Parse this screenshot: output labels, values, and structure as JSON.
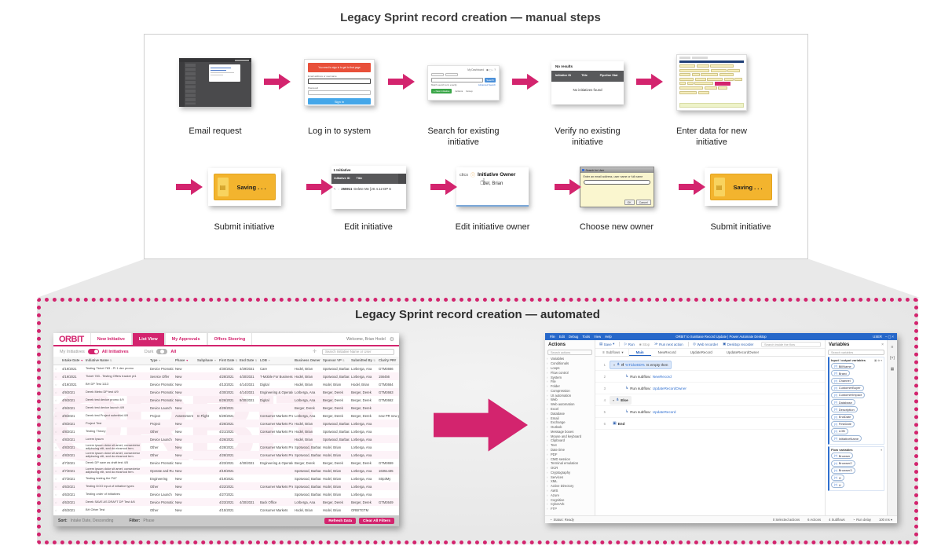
{
  "colors": {
    "accent_pink": "#d3246e",
    "pad_blue": "#2667c9",
    "saving_yellow": "#f3b42e",
    "alert_orange": "#e8503a",
    "signin_blue": "#45a7e9",
    "success_green": "#3aa648"
  },
  "manual": {
    "title": "Legacy Sprint record creation — manual steps",
    "steps_row1": [
      {
        "label": "Email request"
      },
      {
        "label": "Log in to system"
      },
      {
        "label": "Search for existing initiative"
      },
      {
        "label": "Verify no existing initiative"
      },
      {
        "label": "Enter data for new initiative"
      }
    ],
    "steps_row2": [
      {
        "label": "Submit initiative"
      },
      {
        "label": "Edit initiative"
      },
      {
        "label": "Edit initiative owner"
      },
      {
        "label": "Choose new owner"
      },
      {
        "label": "Submit initiative"
      }
    ],
    "thumbs": {
      "login": {
        "banner": "You need to sign in to get to that page",
        "email_label": "Email address or username",
        "password_label": "Password",
        "signin_label": "Sign in"
      },
      "search": {
        "dashboard": "My Dashboard",
        "icons": "◉ ▢ ⌕ ?",
        "search_button": "Search",
        "match_label": "Match search term exactly",
        "advanced_link": "Advanced Search",
        "new_button": "+ New Initiative",
        "actions_label": "Actions",
        "group_label": "Group"
      },
      "verify": {
        "no_results": "No results",
        "col1": "Initiative ID",
        "col2": "Title",
        "col3": "Pipeline Stat",
        "empty_msg": "No initiatives found"
      },
      "saving": {
        "label": "Saving . . ."
      },
      "edit": {
        "count": "1 Initiative",
        "col1": "Initiative ID",
        "col2": "Title",
        "row_id": "255911",
        "row_title": "Delete Me [JS 4.12 DP  S"
      },
      "owner": {
        "context": "ctics",
        "field_label": "Initiative Owner",
        "value": "del, Brian"
      },
      "dialog": {
        "title": "Search for User",
        "prompt": "Enter an email address, user name or full name",
        "ok": "OK",
        "cancel": "Cancel"
      }
    }
  },
  "auto": {
    "title": "Legacy Sprint record creation — automated"
  },
  "orbit": {
    "logo": "ORBIT",
    "nav": [
      {
        "label": "New Initiative"
      },
      {
        "label": "List View"
      },
      {
        "label": "My Approvals"
      },
      {
        "label": "Offers Steering"
      }
    ],
    "welcome": "Welcome,  Brian Hodel",
    "toggles": {
      "left_off": "My Initiatives",
      "left_on": "All Initiatives",
      "right_off": "Dark",
      "right_on": "All"
    },
    "search_placeholder": "Search Initiative Name or User",
    "watermark": "ORBIT",
    "columns": [
      {
        "label": "Intake Date"
      },
      {
        "label": "Initiative Name"
      },
      {
        "label": "Type"
      },
      {
        "label": "Phase"
      },
      {
        "label": "Subphase"
      },
      {
        "label": "First Date"
      },
      {
        "label": "End Date"
      },
      {
        "label": "LOB"
      },
      {
        "label": "Business Owner"
      },
      {
        "label": "Sponsor VP"
      },
      {
        "label": "Submitted By"
      },
      {
        "label": "Clarity PR#"
      }
    ],
    "rows": [
      [
        "4/19/2021",
        "Testing Ticket 783 - PI 1 dev promo",
        "Device Promotion",
        "New",
        "",
        "4/30/2021",
        "4/29/2021",
        "Care",
        "Hodel, Brian",
        "Spotwood, Barbara",
        "Lorberga, Ana",
        "GTM3666"
      ],
      [
        "4/19/2021",
        "Ticket 783 - Testing Offers tracker pt1",
        "Service Offer",
        "New",
        "",
        "4/28/2021",
        "4/30/2021",
        "T-Mobile For Business",
        "Hodel, Brian",
        "Spotwood, Barbara",
        "Lorberga, Ana",
        "156456"
      ],
      [
        "4/19/2021",
        "BH DP Test 1113",
        "Device Promotion",
        "New",
        "",
        "4/13/2021",
        "4/14/2021",
        "Digital",
        "Hodel, Brian",
        "Hodel, Brian",
        "Hodel, Brian",
        "GTM3664"
      ],
      [
        "4/9/2021",
        "Derek Metro DP test 4/9",
        "Device Promotion",
        "New",
        "",
        "4/30/2021",
        "4/14/2021",
        "Engineering & Operations",
        "Lorberga, Ana",
        "Berger, Derek",
        "Berger, Derek",
        "GTM3663"
      ],
      [
        "4/9/2021",
        "Derek test device promo 4/9",
        "Device Promotion",
        "New",
        "",
        "6/26/2021",
        "9/30/2021",
        "Digital",
        "Lorberga, Ana",
        "Berger, Derek",
        "Berger, Derek",
        "GTM3662"
      ],
      [
        "4/9/2021",
        "Derek test device launch 4/9",
        "Device Launch",
        "New",
        "",
        "4/29/2021",
        "",
        "",
        "Berger, Derek",
        "Berger, Derek",
        "Berger, Derek",
        ""
      ],
      [
        "4/9/2021",
        "Derek test Project submittal 4/9",
        "Project",
        "Assessment",
        "In Flight",
        "5/29/2021",
        "",
        "Consumer Markets Prepaid",
        "Lorberga, Ana",
        "Berger, Derek",
        "Berger, Derek",
        "new PR new pj"
      ],
      [
        "4/8/2021",
        "Project Test",
        "Project",
        "New",
        "",
        "4/26/2021",
        "",
        "Consumer Markets Postpaid",
        "Hodel, Brian",
        "Spotwood, Barbara",
        "Lorberga, Ana",
        ""
      ],
      [
        "4/8/2021",
        "Testing Theory",
        "Other",
        "New",
        "",
        "4/21/2021",
        "",
        "Consumer Markets Prepaid",
        "Hodel, Brian",
        "Spotwood, Barbara",
        "Lorberga, Ana",
        ""
      ],
      [
        "4/8/2021",
        "Lorem Ipsum",
        "Device Launch",
        "New",
        "",
        "4/26/2021",
        "",
        "",
        "Hodel, Brian",
        "Spotwood, Barbara",
        "Lorberga, Ana",
        ""
      ],
      [
        "4/8/2021",
        "Lorem ipsum dolor sit amet, consectetur adipiscing elit, sed do eiusmod tem.",
        "Other",
        "New",
        "",
        "4/28/2021",
        "",
        "Consumer Markets Prepaid",
        "Spotwood, Barbara",
        "Hodel, Brian",
        "Lorberga, Ana",
        ""
      ],
      [
        "4/8/2021",
        "Lorem ipsum dolor sit amet, consectetur adipiscing elit, sed do eiusmod tem.",
        "Other",
        "New",
        "",
        "4/28/2021",
        "",
        "Consumer Markets Prepaid",
        "Spotwood, Barbara",
        "Hodel, Brian",
        "Lorberga, Ana",
        ""
      ],
      [
        "4/7/2021",
        "Derek DP save as draft test 4/5",
        "Device Promotion",
        "New",
        "",
        "4/23/2021",
        "4/30/2021",
        "Engineering & Operations",
        "Berger, Derek",
        "Berger, Derek",
        "Berger, Derek",
        "GTM3659"
      ],
      [
        "4/7/2021",
        "Lorem ipsum dolor sit amet, consectetur adipiscing elit, sed do eiusmod tem.",
        "Operate and Run",
        "New",
        "",
        "4/19/2021",
        "",
        "",
        "Spotwood, Barbara",
        "Hodel, Brian",
        "Lorberga, Ana",
        "16351435"
      ],
      [
        "4/7/2021",
        "Testing testing the P&T",
        "Engineering",
        "New",
        "",
        "4/19/2021",
        "",
        "",
        "Spotwood, Barbara",
        "Hodel, Brian",
        "Lorberga, Ana",
        "S0p3My"
      ],
      [
        "4/6/2021",
        "Testing DOO input of initiative types",
        "Other",
        "New",
        "",
        "4/22/2021",
        "",
        "Consumer Markets Prepaid",
        "Spotwood, Barbara",
        "Hodel, Brian",
        "Lorberga, Ana",
        ""
      ],
      [
        "4/6/2021",
        "Testing order of initiatives",
        "Device Launch",
        "New",
        "",
        "4/27/2021",
        "",
        "",
        "Spotwood, Barbara",
        "Hodel, Brian",
        "Lorberga, Ana",
        ""
      ],
      [
        "4/6/2021",
        "Derek SAVE AS DRAFT DP Test 4/6",
        "Device Promotion",
        "New",
        "",
        "4/23/2021",
        "4/30/2021",
        "Back Office",
        "Lorberga, Ana",
        "Berger, Derek",
        "Berger, Derek",
        "GTM3649"
      ],
      [
        "4/6/2021",
        "BH Other Test",
        "Other",
        "New",
        "",
        "4/15/2021",
        "",
        "Consumer Markets",
        "Hodel, Brian",
        "Hodel, Brian",
        "ORBITGTM",
        ""
      ]
    ],
    "footer": {
      "sort_label": "Sort:",
      "sort_value": "Intake Date, Descending",
      "filter_label": "Filter:",
      "filter_value": "Phase",
      "refresh_button": "Refresh Data",
      "clear_button": "Clear All Filters"
    }
  },
  "pad": {
    "window_title": "ORBIT to SunBase Record Update | Power Automate Desktop",
    "menus": [
      "File",
      "Edit",
      "Debug",
      "Tools",
      "View",
      "Help"
    ],
    "user_label": "USER",
    "window_buttons": "–  ▢  ×",
    "actions_panel": {
      "title": "Actions",
      "search_placeholder": "Search actions",
      "groups": [
        "Variables",
        "Conditionals",
        "Loops",
        "Flow control",
        "System",
        "File",
        "Folder",
        "Compression",
        "UI automation",
        "Web",
        "Web automation",
        "Excel",
        "Database",
        "Email",
        "Exchange",
        "Outlook",
        "Message boxes",
        "Mouse and keyboard",
        "Clipboard",
        "Text",
        "Date time",
        "PDF",
        "CMD session",
        "Terminal emulation",
        "OCR",
        "Cryptography",
        "Services",
        "XML",
        "Active Directory",
        "AWS",
        "Azure",
        "Cognitive",
        "CyberArk",
        "FTP"
      ]
    },
    "toolbar": {
      "save": "Save",
      "run": "Run",
      "stop": "Stop",
      "run_next": "Run next action",
      "web_recorder": "Web recorder",
      "desktop_recorder": "Desktop recorder",
      "search_placeholder": "Search inside the flow"
    },
    "subflows_label": "Subflows",
    "tabs": [
      "Main",
      "NewRecord",
      "UpdateRecord",
      "UpdateRecordOwner"
    ],
    "steps": [
      {
        "num": "1",
        "label": "If",
        "code": "%TicketID%",
        "operator": "Is empty then"
      },
      {
        "num": "2",
        "label": "Run subflow:",
        "code": "NewRecord"
      },
      {
        "num": "3",
        "label": "Run subflow:",
        "code": "UpdateRecordOwner"
      },
      {
        "num": "4",
        "label": "Else",
        "code": "",
        "operator": ""
      },
      {
        "num": "5",
        "label": "Run subflow:",
        "code": "UpdateRecord"
      },
      {
        "num": "6",
        "label": "End",
        "code": "",
        "operator": ""
      }
    ],
    "variables_panel": {
      "title": "Variables",
      "search_placeholder": "Search variables",
      "io_header": "Input / output variables",
      "io_vars": [
        "BillName",
        "Brand",
        "Channel",
        "CustomerBuyer",
        "CustomerImpact",
        "Database",
        "Description",
        "EndDate",
        "FirstDate",
        "LOB",
        "InitiativeName"
      ],
      "flow_header": "Flow variables",
      "flow_vars": [
        "Browser",
        "Browser2",
        "Browser3",
        "G",
        "U"
      ]
    },
    "status_bar": {
      "status": "Status: Ready",
      "selected": "0 Selected actions",
      "actions": "6 Actions",
      "subflows": "4 Subflows",
      "delay_label": "Run delay",
      "delay_value": "100 ms"
    }
  }
}
